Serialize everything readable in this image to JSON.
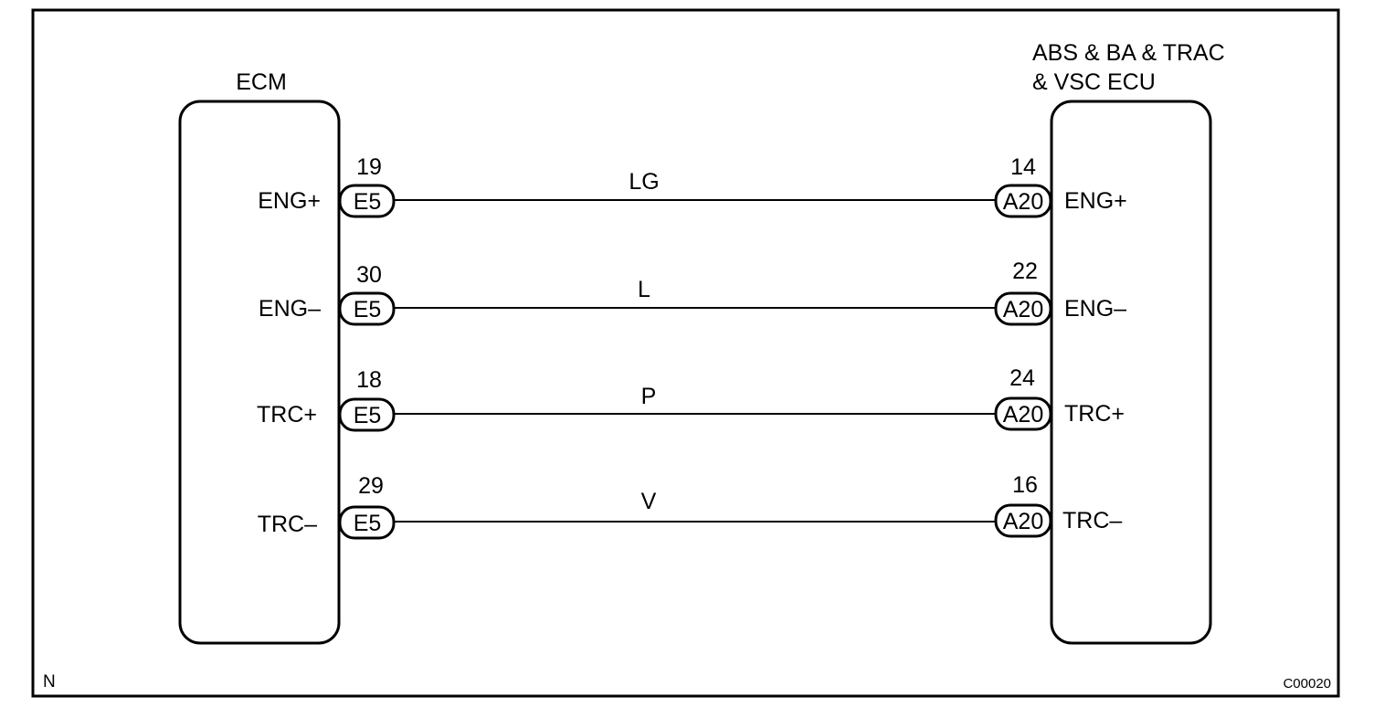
{
  "left_ecu": {
    "title": "ECM",
    "connector": "E5",
    "pins": [
      {
        "number": "19",
        "signal": "ENG+"
      },
      {
        "number": "30",
        "signal": "ENG–"
      },
      {
        "number": "18",
        "signal": "TRC+"
      },
      {
        "number": "29",
        "signal": "TRC–"
      }
    ]
  },
  "right_ecu": {
    "title_line1": "ABS & BA & TRAC",
    "title_line2": "& VSC ECU",
    "connector": "A20",
    "pins": [
      {
        "number": "14",
        "signal": "ENG+"
      },
      {
        "number": "22",
        "signal": "ENG–"
      },
      {
        "number": "24",
        "signal": "TRC+"
      },
      {
        "number": "16",
        "signal": "TRC–"
      }
    ]
  },
  "wires": [
    {
      "color": "LG"
    },
    {
      "color": "L"
    },
    {
      "color": "P"
    },
    {
      "color": "V"
    }
  ],
  "footer": {
    "corner_letter": "N",
    "figure_code": "C00020"
  }
}
